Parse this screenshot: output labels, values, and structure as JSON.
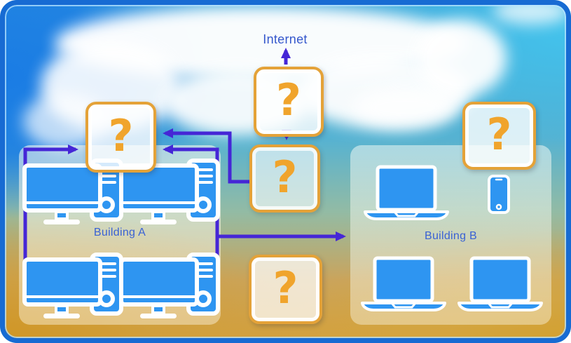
{
  "labels": {
    "internet": "Internet",
    "building_a": "Building A",
    "building_b": "Building B"
  },
  "question_boxes": {
    "building_a": {
      "symbol": "?"
    },
    "top_center": {
      "symbol": "?"
    },
    "mid_center": {
      "symbol": "?"
    },
    "bottom_center": {
      "symbol": "?"
    },
    "building_b": {
      "symbol": "?"
    }
  },
  "devices": {
    "building_a": {
      "desktop_count": 4,
      "icon": "desktop-computer-icon"
    },
    "building_b": {
      "laptop_count": 3,
      "phone_count": 1,
      "icons": [
        "laptop-icon",
        "smartphone-icon"
      ]
    }
  },
  "colors": {
    "frame_border": "#176bd3",
    "connector_purple": "#4526d6",
    "question_box_border": "#e4a238",
    "question_mark_orange": "#f0a42c",
    "device_blue": "#2e95f1",
    "label_blue": "#3a62d4"
  }
}
